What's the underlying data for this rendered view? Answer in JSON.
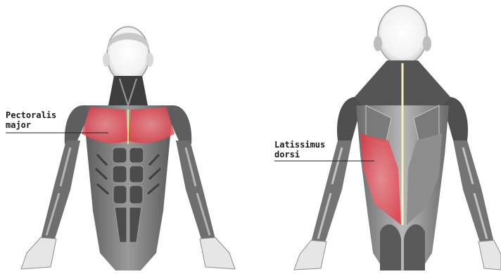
{
  "labels": {
    "front": {
      "line1": "Pectoralis",
      "line2": "major"
    },
    "back": {
      "line1": "Latissimus",
      "line2": "dorsi"
    }
  },
  "colors": {
    "highlight": "#e84a55",
    "muscle_dark": "#4a4a4a",
    "muscle_mid": "#8a8a8a",
    "muscle_light": "#d2d2d2",
    "skin": "#f2f2f2",
    "leader_line": "#222222"
  }
}
